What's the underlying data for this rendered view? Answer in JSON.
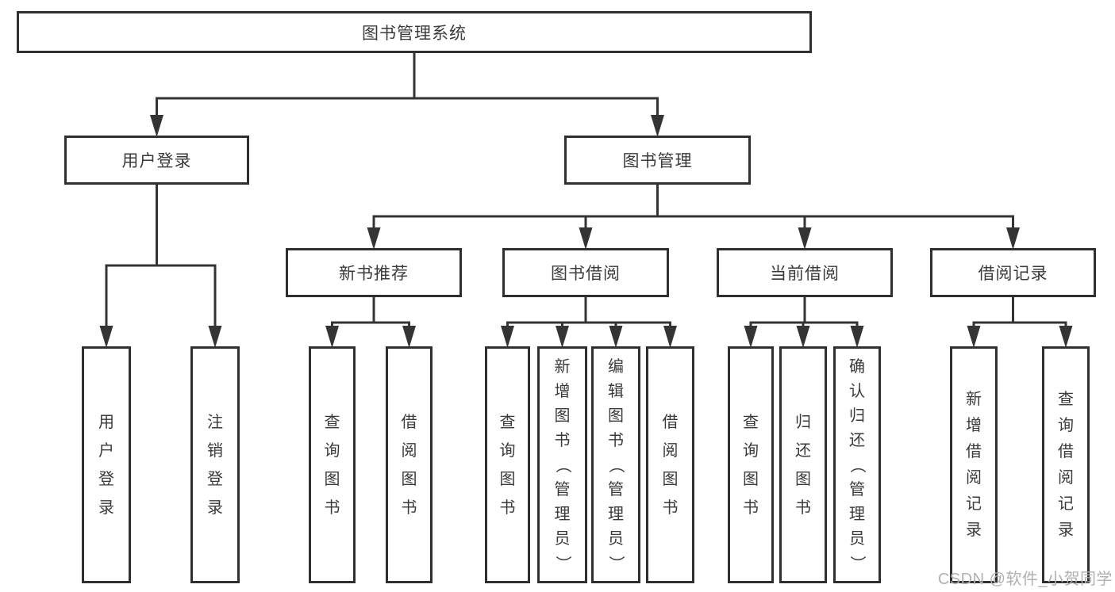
{
  "watermark": "CSDN @软件_小贺同学",
  "colors": {
    "line": "#343434",
    "border": "#2f2f2f",
    "text": "#3a3a3a",
    "watermark": "#b0b0b0",
    "background": "#ffffff"
  },
  "nodes": [
    {
      "id": "root",
      "label": "图书管理系统",
      "level": 1
    },
    {
      "id": "user-login",
      "label": "用户登录",
      "level": 2
    },
    {
      "id": "book-mgmt",
      "label": "图书管理",
      "level": 2
    },
    {
      "id": "new-book-rec",
      "label": "新书推荐",
      "level": 3
    },
    {
      "id": "book-borrow",
      "label": "图书借阅",
      "level": 3
    },
    {
      "id": "current-borrow",
      "label": "当前借阅",
      "level": 3
    },
    {
      "id": "borrow-records",
      "label": "借阅记录",
      "level": 3
    },
    {
      "id": "leaf-user-login",
      "label": "用户登录",
      "level": 4
    },
    {
      "id": "leaf-logout",
      "label": "注销登录",
      "level": 4
    },
    {
      "id": "leaf-query-book-1",
      "label": "查询图书",
      "level": 4
    },
    {
      "id": "leaf-borrow-book-1",
      "label": "借阅图书",
      "level": 4
    },
    {
      "id": "leaf-query-book-2",
      "label": "查询图书",
      "level": 4
    },
    {
      "id": "leaf-add-book",
      "label": "新增图书（管理员）",
      "level": 4
    },
    {
      "id": "leaf-edit-book",
      "label": "编辑图书（管理员）",
      "level": 4
    },
    {
      "id": "leaf-borrow-book-2",
      "label": "借阅图书",
      "level": 4
    },
    {
      "id": "leaf-query-book-3",
      "label": "查询图书",
      "level": 4
    },
    {
      "id": "leaf-return-book",
      "label": "归还图书",
      "level": 4
    },
    {
      "id": "leaf-confirm-return",
      "label": "确认归还（管理员）",
      "level": 4
    },
    {
      "id": "leaf-add-record",
      "label": "新增借阅记录",
      "level": 4
    },
    {
      "id": "leaf-query-record",
      "label": "查询借阅记录",
      "level": 4
    }
  ],
  "edges": [
    [
      "root",
      "user-login"
    ],
    [
      "root",
      "book-mgmt"
    ],
    [
      "user-login",
      "leaf-user-login"
    ],
    [
      "user-login",
      "leaf-logout"
    ],
    [
      "book-mgmt",
      "new-book-rec"
    ],
    [
      "book-mgmt",
      "book-borrow"
    ],
    [
      "book-mgmt",
      "current-borrow"
    ],
    [
      "book-mgmt",
      "borrow-records"
    ],
    [
      "new-book-rec",
      "leaf-query-book-1"
    ],
    [
      "new-book-rec",
      "leaf-borrow-book-1"
    ],
    [
      "book-borrow",
      "leaf-query-book-2"
    ],
    [
      "book-borrow",
      "leaf-add-book"
    ],
    [
      "book-borrow",
      "leaf-edit-book"
    ],
    [
      "book-borrow",
      "leaf-borrow-book-2"
    ],
    [
      "current-borrow",
      "leaf-query-book-3"
    ],
    [
      "current-borrow",
      "leaf-return-book"
    ],
    [
      "current-borrow",
      "leaf-confirm-return"
    ],
    [
      "borrow-records",
      "leaf-add-record"
    ],
    [
      "borrow-records",
      "leaf-query-record"
    ]
  ]
}
